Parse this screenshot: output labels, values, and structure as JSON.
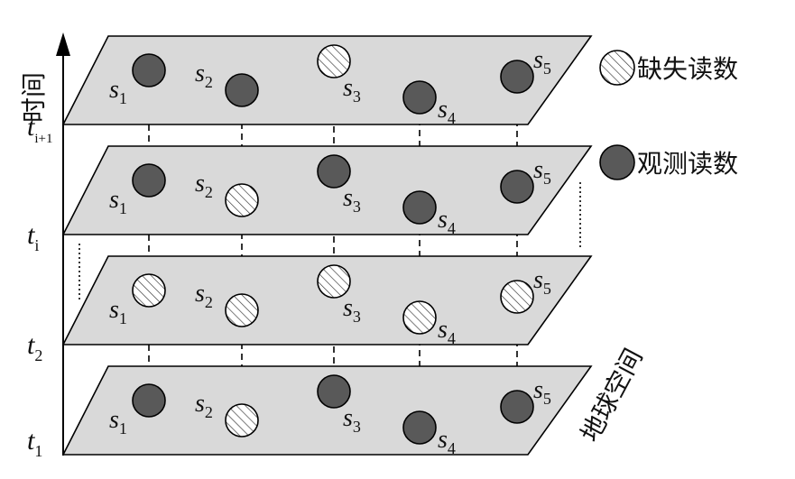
{
  "axes": {
    "time_label": "时间",
    "space_label": "地球空间"
  },
  "legend": {
    "missing": "缺失读数",
    "observed": "观测读数"
  },
  "time_labels": [
    {
      "base": "t",
      "sub": "i+1"
    },
    {
      "base": "t",
      "sub": "i"
    },
    {
      "base": "t",
      "sub": "2"
    },
    {
      "base": "t",
      "sub": "1"
    }
  ],
  "layers": [
    {
      "name": "t_i+1",
      "states": [
        "observed",
        "observed",
        "missing",
        "observed",
        "observed"
      ]
    },
    {
      "name": "t_i",
      "states": [
        "observed",
        "missing",
        "observed",
        "observed",
        "observed"
      ]
    },
    {
      "name": "t_2",
      "states": [
        "missing",
        "missing",
        "missing",
        "missing",
        "missing"
      ]
    },
    {
      "name": "t_1",
      "states": [
        "observed",
        "missing",
        "observed",
        "observed",
        "observed"
      ]
    }
  ],
  "sensors": [
    {
      "base": "s",
      "sub": "1"
    },
    {
      "base": "s",
      "sub": "2"
    },
    {
      "base": "s",
      "sub": "3"
    },
    {
      "base": "s",
      "sub": "4"
    },
    {
      "base": "s",
      "sub": "5"
    }
  ],
  "colors": {
    "plane_fill": "#d9d9d9",
    "observed_fill": "#595959",
    "missing_fill": "#ffffff",
    "stroke": "#000000"
  }
}
